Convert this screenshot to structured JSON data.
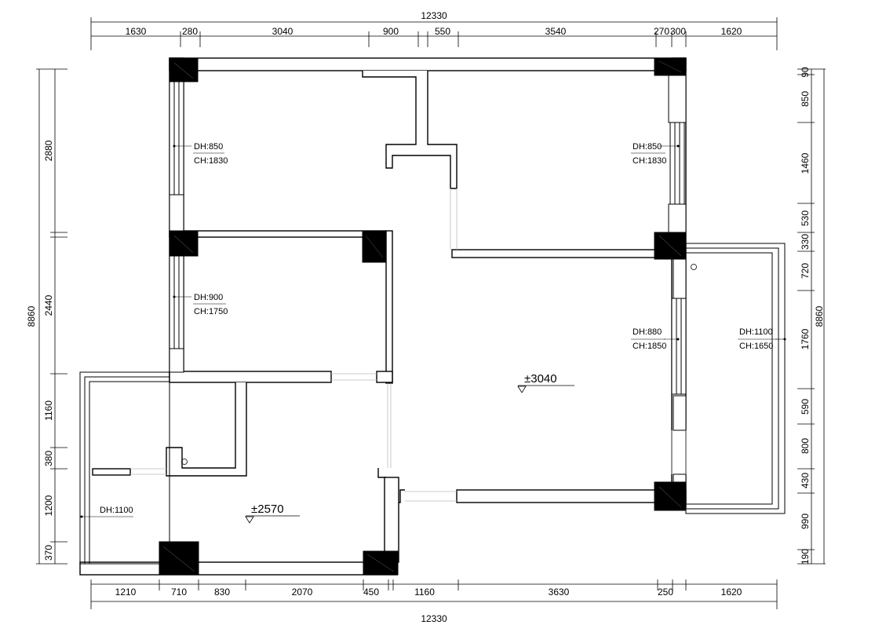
{
  "dimensions": {
    "top_total": "12330",
    "top": [
      "1630",
      "280",
      "3040",
      "900",
      "550",
      "3540",
      "270",
      "300",
      "1620"
    ],
    "bottom_total": "12330",
    "bottom": [
      "1210",
      "710",
      "830",
      "2070",
      "450",
      "1160",
      "3630",
      "250",
      "1620"
    ],
    "left_total": "8860",
    "left": [
      "2880",
      "2440",
      "1160",
      "380",
      "1200",
      "370"
    ],
    "right_total": "8860",
    "right": [
      "90",
      "850",
      "1460",
      "530",
      "330",
      "720",
      "1760",
      "590",
      "800",
      "430",
      "990",
      "190"
    ]
  },
  "annotations": {
    "w1_dh": "DH:850",
    "w1_ch": "CH:1830",
    "w2_dh": "DH:850",
    "w2_ch": "CH:1830",
    "w3_dh": "DH:900",
    "w3_ch": "CH:1750",
    "w4_dh": "DH:880",
    "w4_ch": "CH:1850",
    "w5_dh": "DH:1100",
    "w5_ch": "CH:1650",
    "w6_dh": "DH:1100"
  },
  "levels": {
    "main": "±3040",
    "lower": "±2570"
  }
}
